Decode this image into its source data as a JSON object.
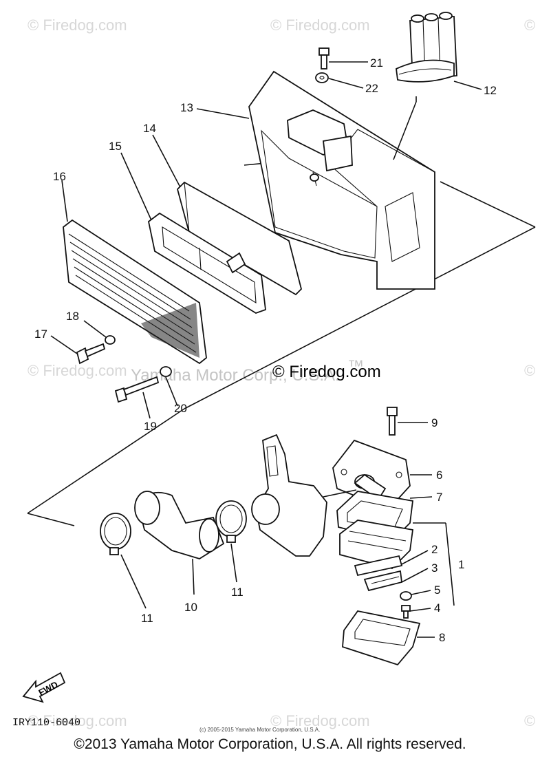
{
  "watermarks": {
    "site": "© Firedog.com",
    "center_left": "Yamaha Motor Corp., U.S.A.",
    "center_mark": "© Firedog.com",
    "center_tm": "™"
  },
  "parts": [
    "1",
    "2",
    "3",
    "4",
    "5",
    "6",
    "7",
    "8",
    "9",
    "10",
    "11",
    "11",
    "12",
    "13",
    "14",
    "15",
    "16",
    "17",
    "18",
    "19",
    "20",
    "21",
    "22"
  ],
  "fwd_label": "FWD",
  "diagram_code": "IRY110-6040",
  "small_copyright": "(c) 2005-2015 Yamaha Motor Corporation, U.S.A.",
  "footer": "©2013 Yamaha Motor Corporation, U.S.A. All rights reserved."
}
